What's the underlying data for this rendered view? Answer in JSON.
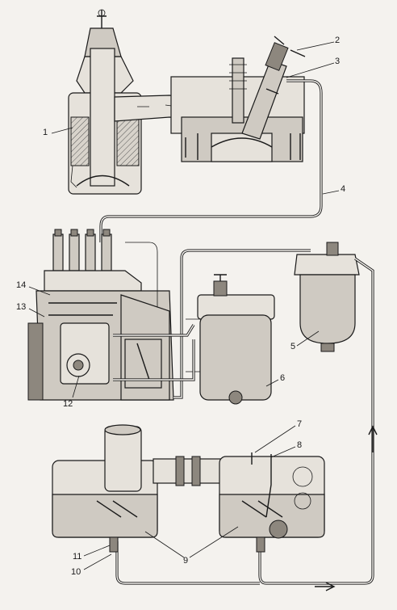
{
  "labels": {
    "l1": "1",
    "l2": "2",
    "l3": "3",
    "l4": "4",
    "l5": "5",
    "l6": "6",
    "l7": "7",
    "l8": "8",
    "l9": "9",
    "l10": "10",
    "l11": "11",
    "l12": "12",
    "l13": "13",
    "l14": "14"
  },
  "colors": {
    "ink": "#1a1a1a",
    "paper": "#f4f2ee"
  }
}
